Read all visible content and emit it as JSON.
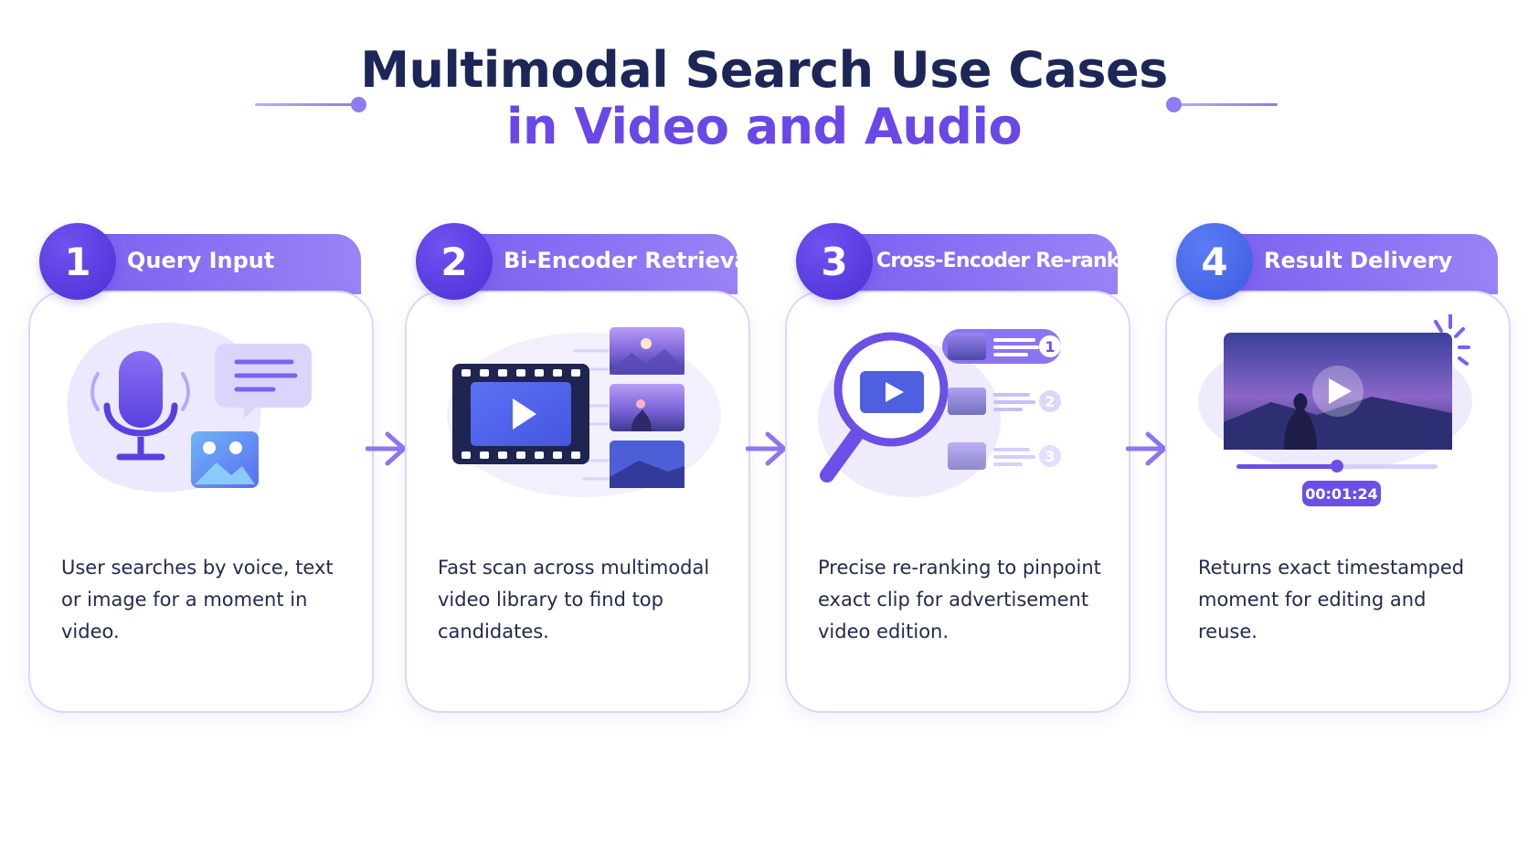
{
  "title": {
    "line1": "Multimodal Search Use Cases",
    "line2": "in Video and Audio"
  },
  "colors": {
    "navy": "#1c2657",
    "purple": "#6a47e6",
    "lavender": "#ddd6fb",
    "tab_start": "#7b5ff0",
    "tab_end": "#9a83f6"
  },
  "steps": [
    {
      "number": "1",
      "title": "Query Input",
      "description": "User searches by voice, text or image for a moment in video.",
      "icons": [
        "microphone-icon",
        "chat-bubble-icon",
        "image-icon"
      ]
    },
    {
      "number": "2",
      "title": "Bi-Encoder Retrieval",
      "description": "Fast scan across multimodal video library to find top candidates.",
      "icons": [
        "film-strip-icon",
        "play-icon",
        "thumbnail-icon"
      ]
    },
    {
      "number": "3",
      "title": "Cross-Encoder Re-ranking",
      "description": "Precise re-ranking to pinpoint exact clip for advertisement video edition.",
      "icons": [
        "magnifier-icon",
        "play-icon",
        "ranked-list-icon"
      ],
      "ranks": [
        "1",
        "2",
        "3"
      ]
    },
    {
      "number": "4",
      "title": "Result Delivery",
      "description": "Returns exact timestamped moment for editing and reuse.",
      "icons": [
        "video-player-icon",
        "play-icon",
        "sparkle-icon"
      ],
      "timestamp": "00:01:24",
      "progress": 0.5
    }
  ]
}
